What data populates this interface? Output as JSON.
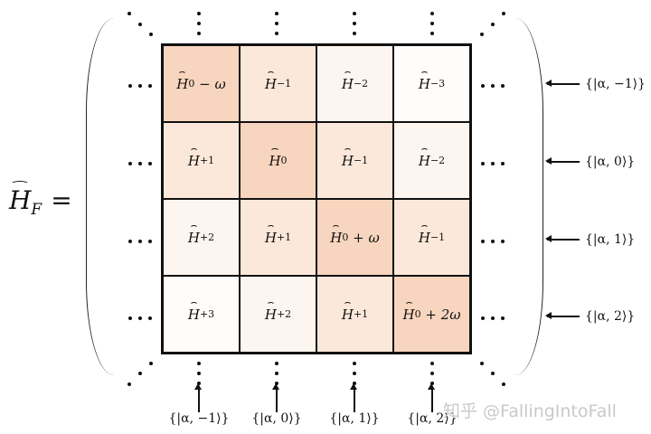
{
  "lhs": {
    "symbol": "H",
    "subscript": "F",
    "equals": "="
  },
  "matrix": {
    "colors": {
      "diag": "#f8d5be",
      "off1": "#fbe8da",
      "off2": "#fdf5ef",
      "off3": "#fffcfa",
      "border": "#111111"
    },
    "rows": [
      [
        {
          "base": "H",
          "sub": "0",
          "tail": " − ω",
          "level": "diag"
        },
        {
          "base": "H",
          "sub": "−1",
          "tail": "",
          "level": "off1"
        },
        {
          "base": "H",
          "sub": "−2",
          "tail": "",
          "level": "off2"
        },
        {
          "base": "H",
          "sub": "−3",
          "tail": "",
          "level": "off3"
        }
      ],
      [
        {
          "base": "H",
          "sub": "+1",
          "tail": "",
          "level": "off1"
        },
        {
          "base": "H",
          "sub": "0",
          "tail": "",
          "level": "diag"
        },
        {
          "base": "H",
          "sub": "−1",
          "tail": "",
          "level": "off1"
        },
        {
          "base": "H",
          "sub": "−2",
          "tail": "",
          "level": "off2"
        }
      ],
      [
        {
          "base": "H",
          "sub": "+2",
          "tail": "",
          "level": "off2"
        },
        {
          "base": "H",
          "sub": "+1",
          "tail": "",
          "level": "off1"
        },
        {
          "base": "H",
          "sub": "0",
          "tail": " + ω",
          "level": "diag"
        },
        {
          "base": "H",
          "sub": "−1",
          "tail": "",
          "level": "off1"
        }
      ],
      [
        {
          "base": "H",
          "sub": "+3",
          "tail": "",
          "level": "off3"
        },
        {
          "base": "H",
          "sub": "+2",
          "tail": "",
          "level": "off2"
        },
        {
          "base": "H",
          "sub": "+1",
          "tail": "",
          "level": "off1"
        },
        {
          "base": "H",
          "sub": "0",
          "tail": " + 2ω",
          "level": "diag"
        }
      ]
    ]
  },
  "row_labels": [
    "{|α, −1⟩}",
    "{|α, 0⟩}",
    "{|α, 1⟩}",
    "{|α, 2⟩}"
  ],
  "col_labels": [
    "{|α, −1⟩}",
    "{|α, 0⟩}",
    "{|α, 1⟩}",
    "{|α, 2⟩}"
  ],
  "watermark": "知乎 @FallingIntoFall"
}
